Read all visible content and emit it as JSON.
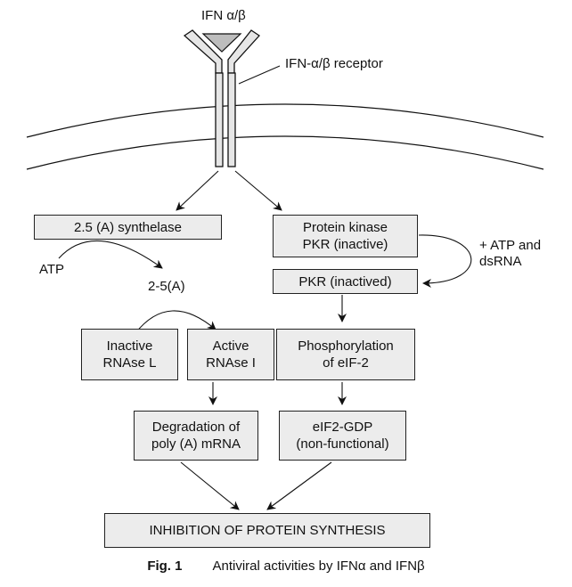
{
  "ligand_label": "IFN α/β",
  "receptor_label": "IFN-α/β receptor",
  "boxes": {
    "synthetase": "2.5 (A) synthelase",
    "pkr_inactive": "Protein kinase\nPKR (inactive)",
    "pkr_activated": "PKR (inactived)",
    "rnase_inactive": "Inactive\nRNAse L",
    "rnase_active": "Active\nRNAse I",
    "phosphorylation": "Phosphorylation\nof eIF-2",
    "degradation": "Degradation of\npoly (A) mRNA",
    "eif2_gdp": "eIF2-GDP\n(non-functional)",
    "inhibition": "INHIBITION OF PROTEIN SYNTHESIS"
  },
  "labels": {
    "atp": "ATP",
    "two_five_a": "2-5(A)",
    "atp_dsrna": "+ ATP and\ndsRNA"
  },
  "caption": {
    "number": "Fig. 1",
    "text": "Antiviral activities by IFNα and IFNβ"
  }
}
